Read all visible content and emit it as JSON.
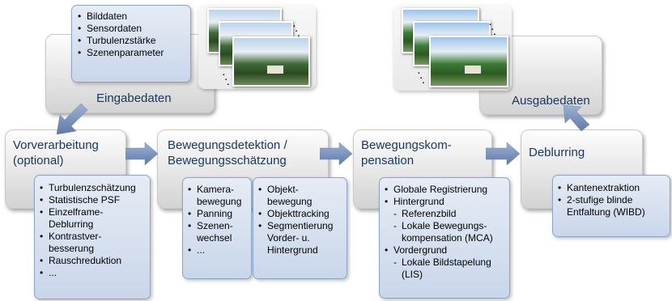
{
  "eingabe": {
    "label": "Eingabedaten",
    "bullets": [
      "Bilddaten",
      "Sensordaten",
      "Turbulenzstärke",
      "Szenenparameter"
    ]
  },
  "ausgabe": {
    "label": "Ausgabedaten"
  },
  "vorverarbeitung": {
    "title_line1": "Vorverarbeitung",
    "title_line2": "(optional)",
    "items": [
      "Turbulenzschätzung",
      "Statistische PSF",
      "Einzelframe-",
      "Deblurring",
      "Kontrastver-",
      "besserung",
      "Rauschreduktion",
      "..."
    ]
  },
  "bewegung": {
    "title_line1": "Bewegungsdetektion /",
    "title_line2": "Bewegungsschätzung",
    "kamera": [
      "Kamera-",
      "bewegung",
      "Panning",
      "Szenen-",
      "wechsel",
      "..."
    ],
    "objekt": [
      "Objekt-",
      "bewegung",
      "Objekttracking",
      "Segmentierung",
      "Vorder- u.",
      "Hintergrund"
    ]
  },
  "kompensation": {
    "title_line1": "Bewegungskom-",
    "title_line2": "pensation",
    "items": [
      "Globale Registrierung",
      "Hintergrund",
      "Referenzbild",
      "Lokale Bewegungs-",
      "kompensation (MCA)",
      "Vordergrund",
      "Lokale Bildstapelung",
      "(LIS)"
    ]
  },
  "deblurring": {
    "title": "Deblurring",
    "items": [
      "Kantenextraktion",
      "2-stufige blinde",
      "Entfaltung (WIBD)"
    ]
  },
  "colors": {
    "label_text": "#17375e",
    "arrow_fill": "#7d93bd",
    "blue_box": "#c9d6ea"
  }
}
